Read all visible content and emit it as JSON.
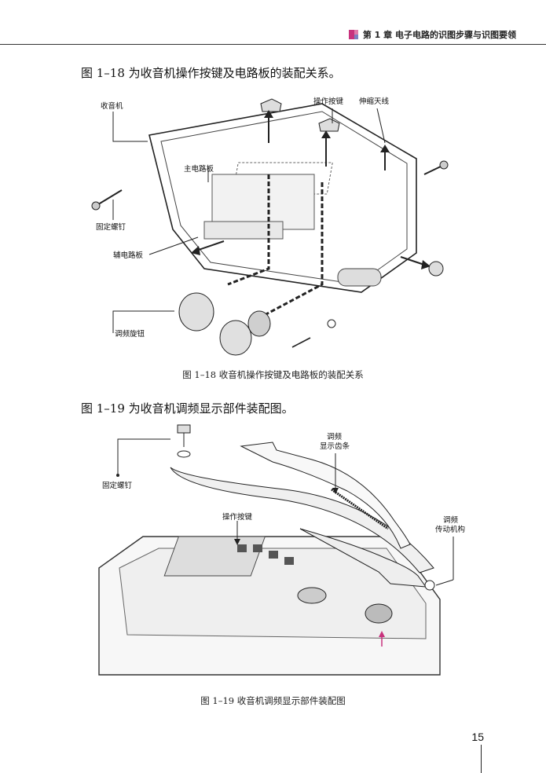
{
  "header": {
    "title": "第 1 章  电子电路的识图步骤与识图要领",
    "accent_colors": [
      "#c8327d",
      "#e07aaa",
      "#7d7fbf"
    ]
  },
  "section1": {
    "lead": "图 1–18 为收音机操作按键及电路板的装配关系。",
    "labels": {
      "radio": "收音机",
      "buttons": "操作按键",
      "antenna": "伸缩天线",
      "main_board": "主电路板",
      "screw": "固定螺钉",
      "sub_board": "辅电路板",
      "knob": "调频旋钮"
    },
    "caption": "图 1–18   收音机操作按键及电路板的装配关系"
  },
  "section2": {
    "lead": "图 1–19 为收音机调频显示部件装配图。",
    "labels": {
      "display_line1": "调频",
      "display_line2": "显示齿条",
      "screw": "固定螺钉",
      "buttons": "操作按键",
      "mech_line1": "调频",
      "mech_line2": "传动机构"
    },
    "caption": "图 1–19   收音机调频显示部件装配图"
  },
  "page_number": "15"
}
